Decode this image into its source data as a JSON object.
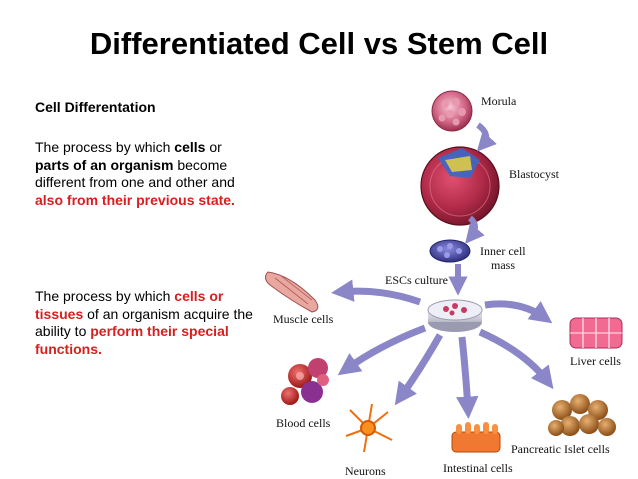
{
  "title": "Differentiated Cell vs Stem Cell",
  "left": {
    "heading": "Cell Differentation",
    "para1": {
      "t1": "The process by which ",
      "b1": "cells",
      "t2": " or ",
      "b2": "parts of an organism",
      "t3": " become different from one and other and ",
      "r1": "also from their previous state."
    },
    "para2": {
      "t1": "The process by which ",
      "r1": "cells or tissues",
      "t2": " of an organism acquire the ability to ",
      "r2": "perform their special functions."
    }
  },
  "diagram": {
    "labels": {
      "morula": "Morula",
      "blastocyst": "Blastocyst",
      "inner_mass_1": "Inner cell",
      "inner_mass_2": "mass",
      "esc": "ESCs culture",
      "muscle": "Muscle cells",
      "liver": "Liver cells",
      "blood": "Blood cells",
      "neurons": "Neurons",
      "intestinal": "Intestinal cells",
      "pancreatic": "Pancreatic Islet cells"
    },
    "colors": {
      "arrow": "#8a86c8",
      "accent_red": "#d81e1e"
    }
  }
}
